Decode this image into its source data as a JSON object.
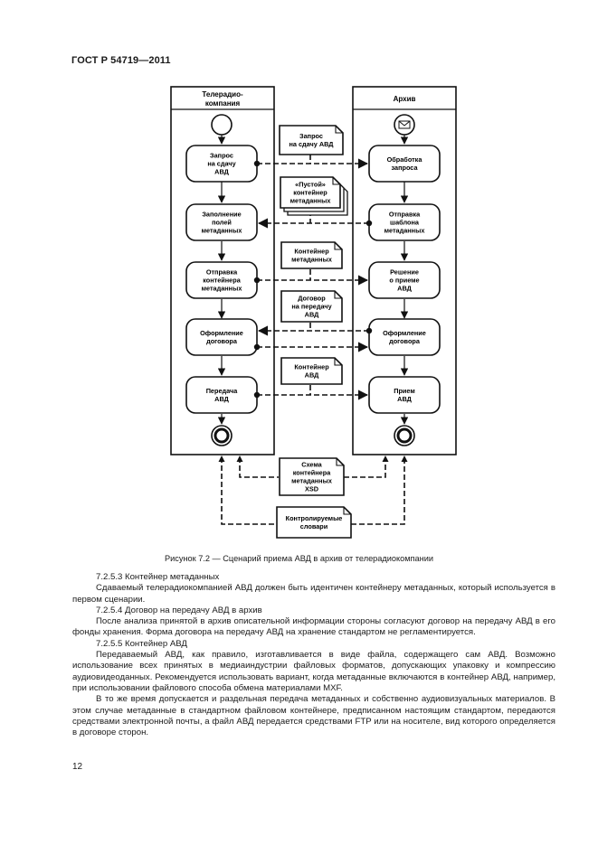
{
  "header": {
    "standard": "ГОСТ Р 54719—2011"
  },
  "diagram": {
    "lane_left": {
      "title_line1": "Телерадио-",
      "title_line2": "компания"
    },
    "lane_right": {
      "title": "Архив"
    },
    "left_actions": [
      {
        "lines": [
          "Запрос",
          "на сдачу",
          "АВД"
        ]
      },
      {
        "lines": [
          "Заполнение",
          "полей",
          "метаданных"
        ]
      },
      {
        "lines": [
          "Отправка",
          "контейнера",
          "метаданных"
        ]
      },
      {
        "lines": [
          "Оформление",
          "договора"
        ]
      },
      {
        "lines": [
          "Передача",
          "АВД"
        ]
      }
    ],
    "right_actions": [
      {
        "lines": [
          "Обработка",
          "запроса"
        ]
      },
      {
        "lines": [
          "Отправка",
          "шаблона",
          "метаданных"
        ]
      },
      {
        "lines": [
          "Решение",
          "о приеме",
          "АВД"
        ]
      },
      {
        "lines": [
          "Оформление",
          "договора"
        ]
      },
      {
        "lines": [
          "Прием",
          "АВД"
        ]
      }
    ],
    "objects": [
      {
        "lines": [
          "Запрос",
          "на сдачу АВД"
        ]
      },
      {
        "lines": [
          "«Пустой»",
          "контейнер",
          "метаданных"
        ]
      },
      {
        "lines": [
          "Контейнер",
          "метаданных"
        ]
      },
      {
        "lines": [
          "Договор",
          "на передачу",
          "АВД"
        ]
      },
      {
        "lines": [
          "Контейнер",
          "АВД"
        ]
      },
      {
        "lines": [
          "Схема",
          "контейнера",
          "метаданных",
          "XSD"
        ]
      },
      {
        "lines": [
          "Контролируемые",
          "словари"
        ]
      }
    ]
  },
  "caption": "Рисунок 7.2 — Сценарий приема АВД в архив от телерадиокомпании",
  "paragraphs": [
    {
      "text": "7.2.5.3 Контейнер метаданных"
    },
    {
      "text": "Сдаваемый телерадиокомпанией АВД должен быть идентичен контейнеру метаданных, который используется в первом сценарии."
    },
    {
      "text": "7.2.5.4 Договор на передачу АВД в архив"
    },
    {
      "text": "После анализа принятой в архив описательной информации стороны согласуют договор на передачу АВД в его фонды хранения. Форма договора на передачу АВД на хранение стандартом не регламентируется."
    },
    {
      "text": "7.2.5.5 Контейнер АВД"
    },
    {
      "text": "Передаваемый АВД, как правило, изготавливается в виде файла, содержащего сам АВД. Возможно использование всех принятых в медиаиндустрии файловых форматов, допускающих упаковку и компрессию аудиовидеоданных. Рекомендуется использовать вариант, когда метаданные включаются в контейнер АВД, например, при использовании файлового способа обмена материалами MXF."
    },
    {
      "text": "В то же время допускается и раздельная передача метаданных и собственно аудиовизуальных материалов. В этом случае метаданные в стандартном файловом контейнере, предписанном настоящим стандартом, передаются средствами электронной почты, а файл АВД передается средствами FTP или на носителе, вид которого определяется в договоре сторон."
    }
  ],
  "page_number": "12"
}
